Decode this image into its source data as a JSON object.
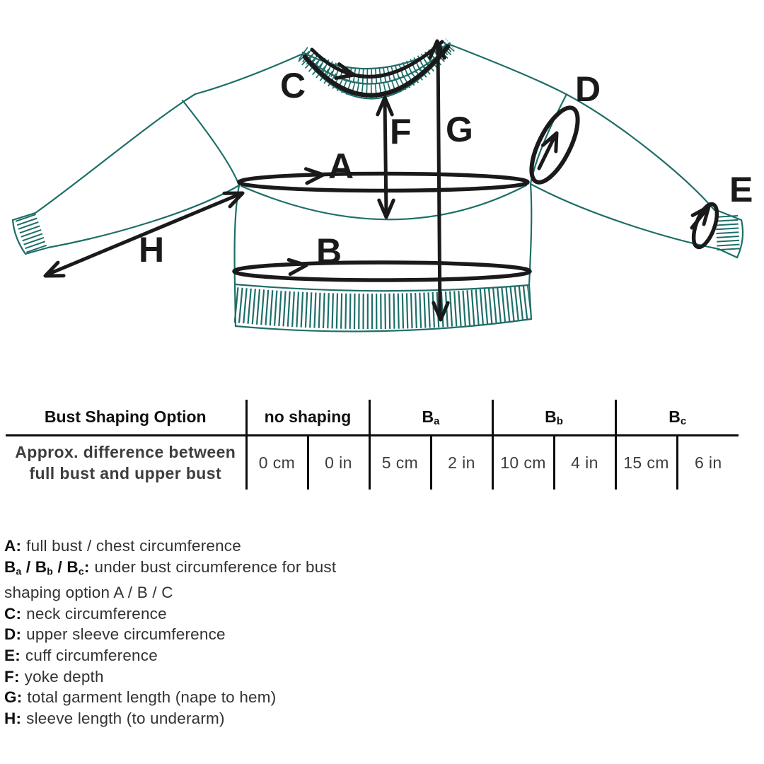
{
  "colors": {
    "garment_line": "#1e6e68",
    "measure_line": "#1a1a1a"
  },
  "diagram": {
    "labels": {
      "a": "A",
      "b": "B",
      "c": "C",
      "d": "D",
      "e": "E",
      "f": "F",
      "g": "G",
      "h": "H"
    }
  },
  "table": {
    "col1_header": "Bust Shaping Option",
    "no_shaping_header": "no shaping",
    "groups": [
      {
        "main": "B",
        "sub": "a"
      },
      {
        "main": "B",
        "sub": "b"
      },
      {
        "main": "B",
        "sub": "c"
      }
    ],
    "row_label": "Approx. difference between full bust and upper bust",
    "values": [
      "0 cm",
      "0 in",
      "5 cm",
      "2 in",
      "10 cm",
      "4 in",
      "15 cm",
      "6 in"
    ]
  },
  "legend": [
    {
      "parts": [
        "A:"
      ],
      "text": "full bust / chest circumference"
    },
    {
      "parts": [
        "B",
        "a",
        " / B",
        "b",
        " / B",
        "c",
        ":"
      ],
      "text": "under bust circumference for bust shaping option A / B / C"
    },
    {
      "parts": [
        "C:"
      ],
      "text": "neck circumference"
    },
    {
      "parts": [
        "D:"
      ],
      "text": "upper sleeve circumference"
    },
    {
      "parts": [
        "E:"
      ],
      "text": "cuff circumference"
    },
    {
      "parts": [
        "F:"
      ],
      "text": "yoke depth"
    },
    {
      "parts": [
        "G:"
      ],
      "text": "total garment length (nape to hem)"
    },
    {
      "parts": [
        "H:"
      ],
      "text": "sleeve length (to underarm)"
    }
  ]
}
